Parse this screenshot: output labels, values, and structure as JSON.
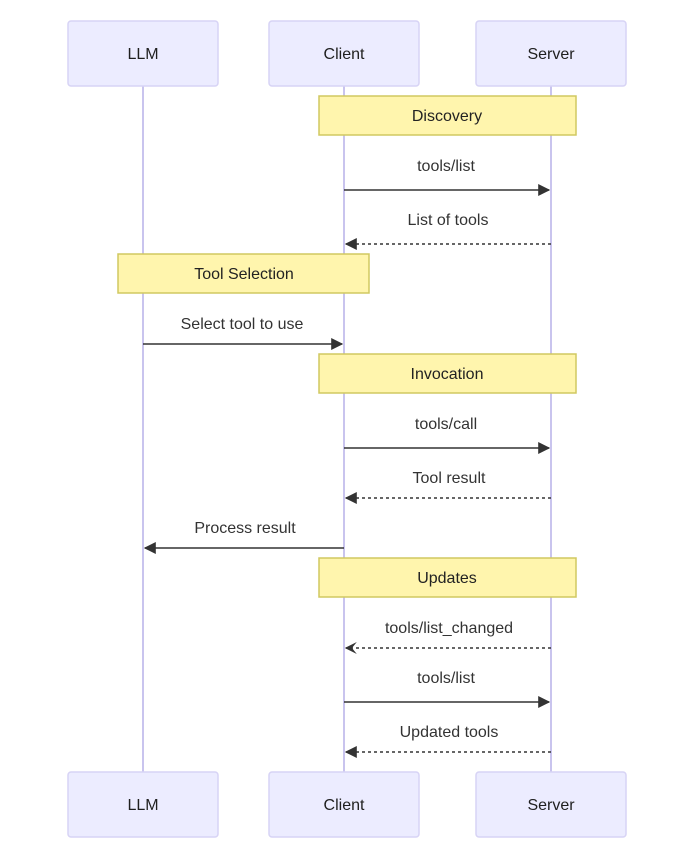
{
  "participants": {
    "llm": "LLM",
    "client": "Client",
    "server": "Server"
  },
  "notes": {
    "discovery": "Discovery",
    "tool_selection": "Tool Selection",
    "invocation": "Invocation",
    "updates": "Updates"
  },
  "messages": {
    "m1": "tools/list",
    "m2": "List of tools",
    "m3": "Select tool to use",
    "m4": "tools/call",
    "m5": "Tool result",
    "m6": "Process result",
    "m7": "tools/list_changed",
    "m8": "tools/list",
    "m9": "Updated tools"
  },
  "colors": {
    "actor_fill": "#ececff",
    "note_fill": "#fff5ad",
    "line": "#333333"
  }
}
